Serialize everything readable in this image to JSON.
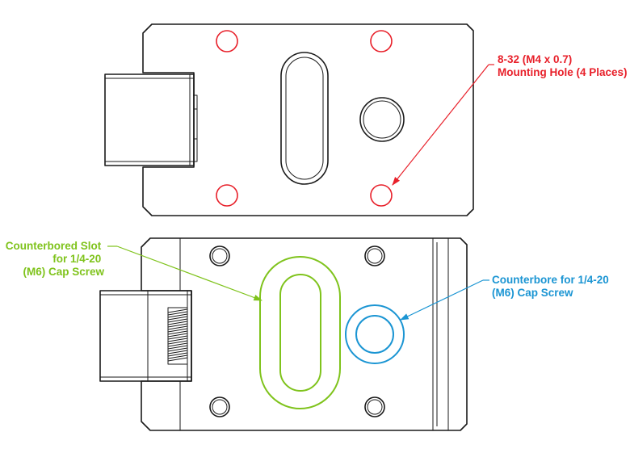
{
  "colors": {
    "line": "#1a1a1a",
    "mounting_hole": "#e8202a",
    "counterbored_slot": "#7fc31c",
    "counterbore": "#1b95d3"
  },
  "annotations": {
    "mounting_hole": {
      "line1": "8-32 (M4 x 0.7)",
      "line2": "Mounting Hole (4 Places)"
    },
    "counterbored_slot": {
      "line1": "Counterbored Slot",
      "line2": "for 1/4-20",
      "line3": "(M6) Cap Screw"
    },
    "counterbore": {
      "line1": "Counterbore for 1/4-20",
      "line2": "(M6) Cap Screw"
    }
  }
}
